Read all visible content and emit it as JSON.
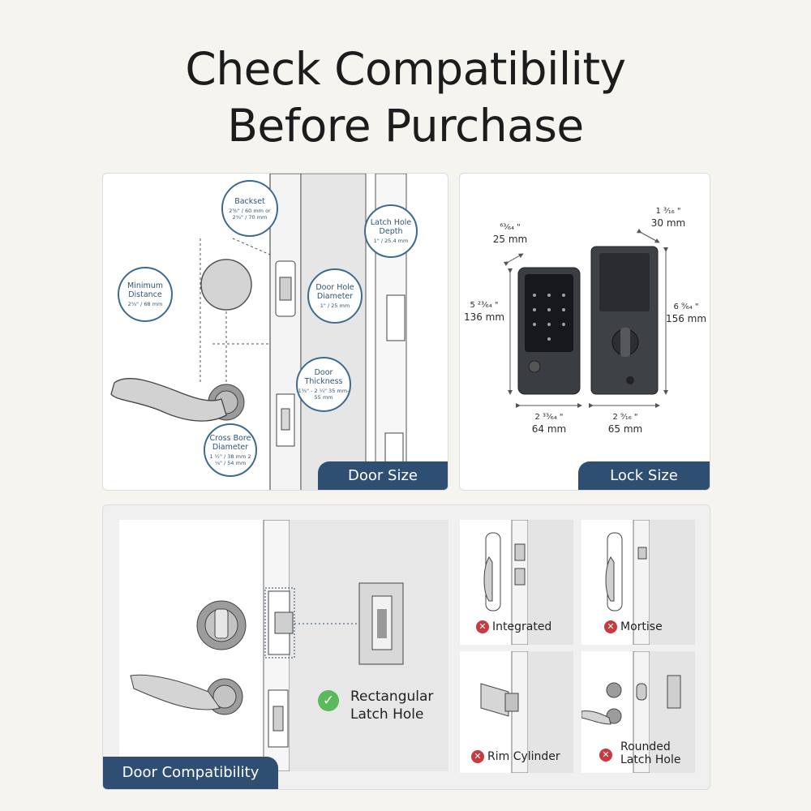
{
  "title_line1": "Check Compatibility",
  "title_line2": "Before Purchase",
  "door_size": {
    "tab": "Door Size",
    "backset": {
      "title": "Backset",
      "value": "2⅜\" / 60 mm or 2¾\" / 70 mm"
    },
    "min_distance": {
      "title": "Minimum Distance",
      "value": "2⅝\" / 68 mm"
    },
    "door_hole": {
      "title": "Door Hole Diameter",
      "value": "1\" / 25 mm"
    },
    "latch_depth": {
      "title": "Latch Hole Depth",
      "value": "1\" / 25.4 mm"
    },
    "door_thickness": {
      "title": "Door Thickness",
      "value": "1⅜\" - 2 ¼\" 35 mm-55 mm"
    },
    "cross_bore": {
      "title": "Cross Bore Diameter",
      "value": "1 ½\" / 38 mm 2 ⅛\" / 54 mm"
    }
  },
  "lock_size": {
    "tab": "Lock Size",
    "depth_front_frac": "⁶³⁄₆₄ \"",
    "depth_front_mm": "25 mm",
    "depth_back_frac": "1 ³⁄₁₆ \"",
    "depth_back_mm": "30 mm",
    "height_front_frac": "5 ²³⁄₆₄ \"",
    "height_front_mm": "136 mm",
    "height_back_frac": "6 ⁹⁄₆₄ \"",
    "height_back_mm": "156 mm",
    "width_front_frac": "2 ³³⁄₆₄ \"",
    "width_front_mm": "64 mm",
    "width_back_frac": "2 ⁹⁄₁₆ \"",
    "width_back_mm": "65 mm"
  },
  "door_compat": {
    "tab": "Door Compatibility",
    "ok_label_1": "Rectangular",
    "ok_label_2": "Latch Hole",
    "integrated": "Integrated",
    "mortise": "Mortise",
    "rim": "Rim Cylinder",
    "rounded_1": "Rounded",
    "rounded_2": "Latch Hole"
  },
  "colors": {
    "accent": "#2f4f72",
    "bubble_border": "#3f6a90",
    "incompatible": "#c9393e",
    "compatible": "#5cb85c"
  },
  "icons": [
    "x-icon",
    "check-icon"
  ]
}
